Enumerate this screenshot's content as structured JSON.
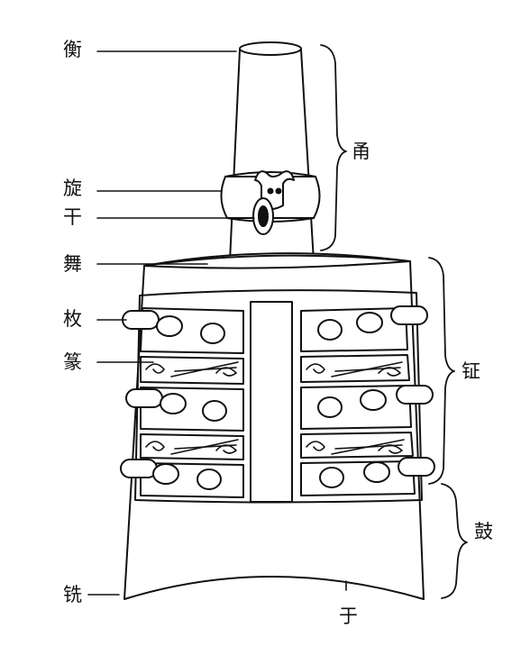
{
  "labels": {
    "heng": "衡",
    "xuan": "旋",
    "gan": "干",
    "wu": "舞",
    "mei": "枚",
    "zhuan": "篆",
    "xian": "铣",
    "yong": "甬",
    "zheng": "钲",
    "gu": "鼓",
    "yu": "于"
  },
  "colors": {
    "ink": "#111111",
    "paper": "#ffffff"
  }
}
